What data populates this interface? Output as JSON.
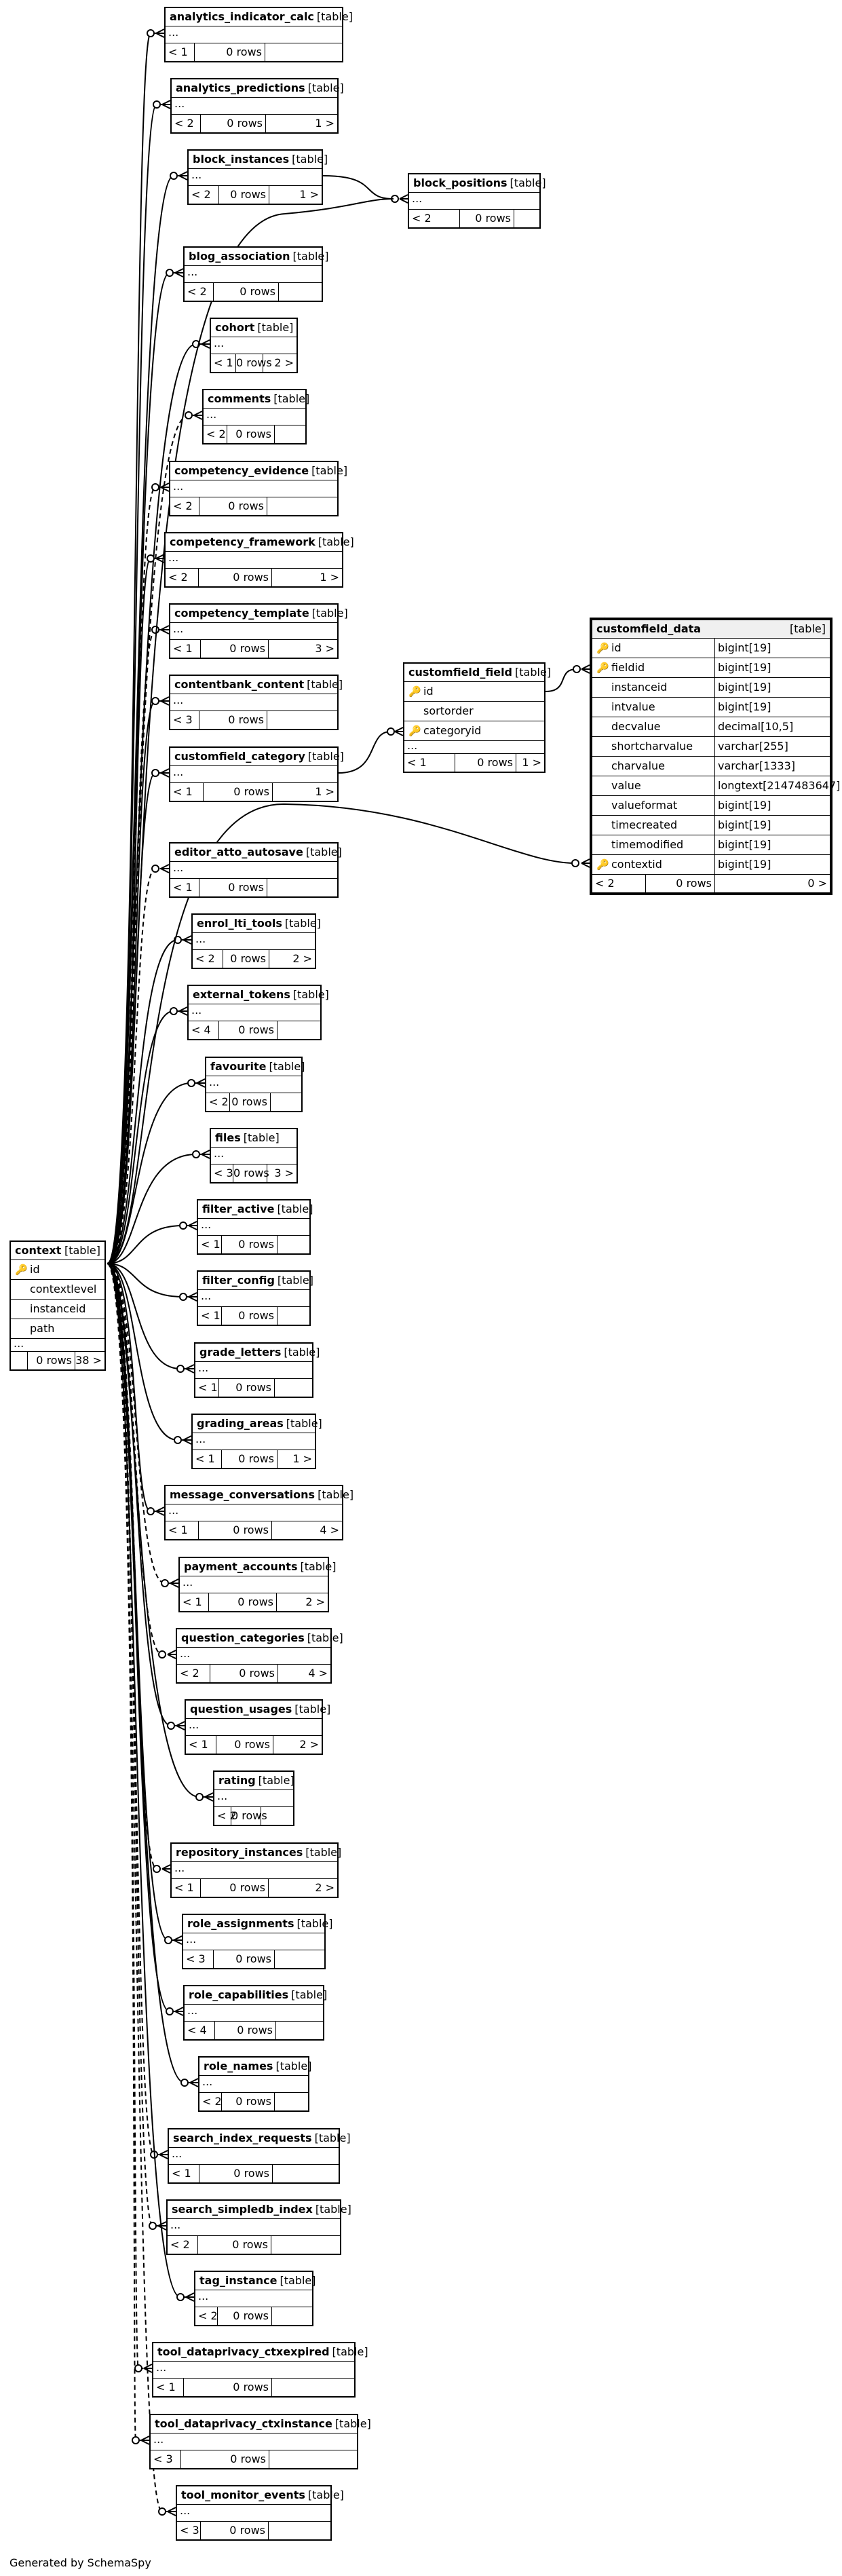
{
  "context": {
    "name": "context",
    "kind": "[table]",
    "columns": [
      {
        "name": "id",
        "key": "pk"
      },
      {
        "name": "contextlevel",
        "key": ""
      },
      {
        "name": "instanceid",
        "key": ""
      },
      {
        "name": "path",
        "key": ""
      }
    ],
    "more": "...",
    "footer": {
      "parents": "",
      "rows": "0 rows",
      "children": "38 >"
    }
  },
  "block_positions": {
    "name": "block_positions",
    "kind": "[table]",
    "more": "...",
    "footer": {
      "parents": "< 2",
      "rows": "0 rows",
      "children": ""
    }
  },
  "customfield_field": {
    "name": "customfield_field",
    "kind": "[table]",
    "columns": [
      {
        "name": "id",
        "key": "pk"
      },
      {
        "name": "sortorder",
        "key": ""
      },
      {
        "name": "categoryid",
        "key": "fk"
      }
    ],
    "more": "...",
    "footer": {
      "parents": "< 1",
      "rows": "0 rows",
      "children": "1 >"
    }
  },
  "customfield_data": {
    "name": "customfield_data",
    "kind": "[table]",
    "columns": [
      {
        "name": "id",
        "type": "bigint[19]",
        "key": "pk"
      },
      {
        "name": "fieldid",
        "type": "bigint[19]",
        "key": "fk"
      },
      {
        "name": "instanceid",
        "type": "bigint[19]",
        "key": ""
      },
      {
        "name": "intvalue",
        "type": "bigint[19]",
        "key": ""
      },
      {
        "name": "decvalue",
        "type": "decimal[10,5]",
        "key": ""
      },
      {
        "name": "shortcharvalue",
        "type": "varchar[255]",
        "key": ""
      },
      {
        "name": "charvalue",
        "type": "varchar[1333]",
        "key": ""
      },
      {
        "name": "value",
        "type": "longtext[2147483647]",
        "key": ""
      },
      {
        "name": "valueformat",
        "type": "bigint[19]",
        "key": ""
      },
      {
        "name": "timecreated",
        "type": "bigint[19]",
        "key": ""
      },
      {
        "name": "timemodified",
        "type": "bigint[19]",
        "key": ""
      },
      {
        "name": "contextid",
        "type": "bigint[19]",
        "key": "fk"
      }
    ],
    "footer": {
      "parents": "< 2",
      "rows": "0 rows",
      "children": "0 >"
    }
  },
  "tables": [
    {
      "name": "analytics_indicator_calc",
      "kind": "[table]",
      "more": "...",
      "parents": "< 1",
      "rows": "0 rows",
      "children": ""
    },
    {
      "name": "analytics_predictions",
      "kind": "[table]",
      "more": "...",
      "parents": "< 2",
      "rows": "0 rows",
      "children": "1 >"
    },
    {
      "name": "block_instances",
      "kind": "[table]",
      "more": "...",
      "parents": "< 2",
      "rows": "0 rows",
      "children": "1 >"
    },
    {
      "name": "blog_association",
      "kind": "[table]",
      "more": "...",
      "parents": "< 2",
      "rows": "0 rows",
      "children": ""
    },
    {
      "name": "cohort",
      "kind": "[table]",
      "more": "...",
      "parents": "< 1",
      "rows": "0 rows",
      "children": "2 >"
    },
    {
      "name": "comments",
      "kind": "[table]",
      "more": "...",
      "parents": "< 2",
      "rows": "0 rows",
      "children": ""
    },
    {
      "name": "competency_evidence",
      "kind": "[table]",
      "more": "...",
      "parents": "< 2",
      "rows": "0 rows",
      "children": ""
    },
    {
      "name": "competency_framework",
      "kind": "[table]",
      "more": "...",
      "parents": "< 2",
      "rows": "0 rows",
      "children": "1 >"
    },
    {
      "name": "competency_template",
      "kind": "[table]",
      "more": "...",
      "parents": "< 1",
      "rows": "0 rows",
      "children": "3 >"
    },
    {
      "name": "contentbank_content",
      "kind": "[table]",
      "more": "...",
      "parents": "< 3",
      "rows": "0 rows",
      "children": ""
    },
    {
      "name": "customfield_category",
      "kind": "[table]",
      "more": "...",
      "parents": "< 1",
      "rows": "0 rows",
      "children": "1 >"
    },
    {
      "name": "editor_atto_autosave",
      "kind": "[table]",
      "more": "...",
      "parents": "< 1",
      "rows": "0 rows",
      "children": ""
    },
    {
      "name": "enrol_lti_tools",
      "kind": "[table]",
      "more": "...",
      "parents": "< 2",
      "rows": "0 rows",
      "children": "2 >"
    },
    {
      "name": "external_tokens",
      "kind": "[table]",
      "more": "...",
      "parents": "< 4",
      "rows": "0 rows",
      "children": ""
    },
    {
      "name": "favourite",
      "kind": "[table]",
      "more": "...",
      "parents": "< 2",
      "rows": "0 rows",
      "children": ""
    },
    {
      "name": "files",
      "kind": "[table]",
      "more": "...",
      "parents": "< 3",
      "rows": "0 rows",
      "children": "3 >"
    },
    {
      "name": "filter_active",
      "kind": "[table]",
      "more": "...",
      "parents": "< 1",
      "rows": "0 rows",
      "children": ""
    },
    {
      "name": "filter_config",
      "kind": "[table]",
      "more": "...",
      "parents": "< 1",
      "rows": "0 rows",
      "children": ""
    },
    {
      "name": "grade_letters",
      "kind": "[table]",
      "more": "...",
      "parents": "< 1",
      "rows": "0 rows",
      "children": ""
    },
    {
      "name": "grading_areas",
      "kind": "[table]",
      "more": "...",
      "parents": "< 1",
      "rows": "0 rows",
      "children": "1 >"
    },
    {
      "name": "message_conversations",
      "kind": "[table]",
      "more": "...",
      "parents": "< 1",
      "rows": "0 rows",
      "children": "4 >"
    },
    {
      "name": "payment_accounts",
      "kind": "[table]",
      "more": "...",
      "parents": "< 1",
      "rows": "0 rows",
      "children": "2 >"
    },
    {
      "name": "question_categories",
      "kind": "[table]",
      "more": "...",
      "parents": "< 2",
      "rows": "0 rows",
      "children": "4 >"
    },
    {
      "name": "question_usages",
      "kind": "[table]",
      "more": "...",
      "parents": "< 1",
      "rows": "0 rows",
      "children": "2 >"
    },
    {
      "name": "rating",
      "kind": "[table]",
      "more": "...",
      "parents": "< 2",
      "rows": "0 rows",
      "children": ""
    },
    {
      "name": "repository_instances",
      "kind": "[table]",
      "more": "...",
      "parents": "< 1",
      "rows": "0 rows",
      "children": "2 >"
    },
    {
      "name": "role_assignments",
      "kind": "[table]",
      "more": "...",
      "parents": "< 3",
      "rows": "0 rows",
      "children": ""
    },
    {
      "name": "role_capabilities",
      "kind": "[table]",
      "more": "...",
      "parents": "< 4",
      "rows": "0 rows",
      "children": ""
    },
    {
      "name": "role_names",
      "kind": "[table]",
      "more": "...",
      "parents": "< 2",
      "rows": "0 rows",
      "children": ""
    },
    {
      "name": "search_index_requests",
      "kind": "[table]",
      "more": "...",
      "parents": "< 1",
      "rows": "0 rows",
      "children": ""
    },
    {
      "name": "search_simpledb_index",
      "kind": "[table]",
      "more": "...",
      "parents": "< 2",
      "rows": "0 rows",
      "children": ""
    },
    {
      "name": "tag_instance",
      "kind": "[table]",
      "more": "...",
      "parents": "< 2",
      "rows": "0 rows",
      "children": ""
    },
    {
      "name": "tool_dataprivacy_ctxexpired",
      "kind": "[table]",
      "more": "...",
      "parents": "< 1",
      "rows": "0 rows",
      "children": ""
    },
    {
      "name": "tool_dataprivacy_ctxinstance",
      "kind": "[table]",
      "more": "...",
      "parents": "< 3",
      "rows": "0 rows",
      "children": ""
    },
    {
      "name": "tool_monitor_events",
      "kind": "[table]",
      "more": "...",
      "parents": "< 3",
      "rows": "0 rows",
      "children": ""
    }
  ],
  "generated_by": "Generated by SchemaSpy"
}
